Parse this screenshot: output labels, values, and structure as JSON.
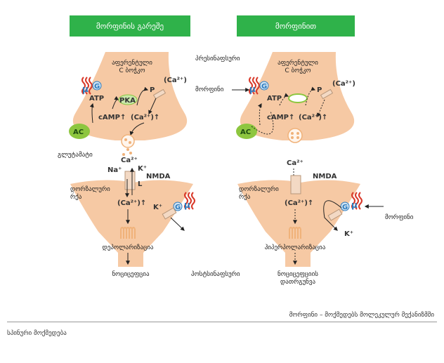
{
  "banners": {
    "left": "მორფინის გარეშე",
    "right": "მორფინით"
  },
  "labels": {
    "presynaptic": "პრესინაფსური",
    "postsynaptic": "პოსტსინაფსური",
    "afferent_left": [
      "აფერენტული",
      "C ბოჭკო"
    ],
    "afferent_right": [
      "აფერენტული",
      "C ბოჭკო"
    ],
    "morphine_pre": "მორფინი",
    "morphine_post": "მორფინი",
    "glutamate": "გლუტამატი",
    "dorsal_horn_left": [
      "დორზალური",
      "რქა"
    ],
    "dorsal_horn_right": [
      "დორზალური",
      "რქა"
    ],
    "depolarization": "დეპოლარიზაცია",
    "hyperpolarization": "ჰიპერპოლარიზაცია",
    "nociception": "ნოციცეფცია",
    "nociception_suppressed": [
      "ნოციცეფციის",
      "დათრგუნვა"
    ]
  },
  "molecules": {
    "atp": "ATP",
    "pka": "PKA",
    "camp_up": "cAMP↑",
    "ca_up": "(Ca²⁺)↑",
    "ca_paren": "(Ca²⁺)",
    "ca": "Ca²⁺",
    "p": "P",
    "ac": "AC",
    "g": "G",
    "mu": "µ",
    "na": "Na⁺",
    "k": "K⁺",
    "l": "L",
    "nmda": "NMDA"
  },
  "footer": {
    "mechanism": "მორფინი – მოქმედებს მოლეკულურ მექანიზმში",
    "section": "სპინური მოქმედება"
  },
  "colors": {
    "banner": "#2fb24a",
    "neuron": "#f6c9a4",
    "ac": "#8dc63f",
    "receptor_g": "#2b7bbf",
    "mu_receptor": "#d93a2b"
  }
}
